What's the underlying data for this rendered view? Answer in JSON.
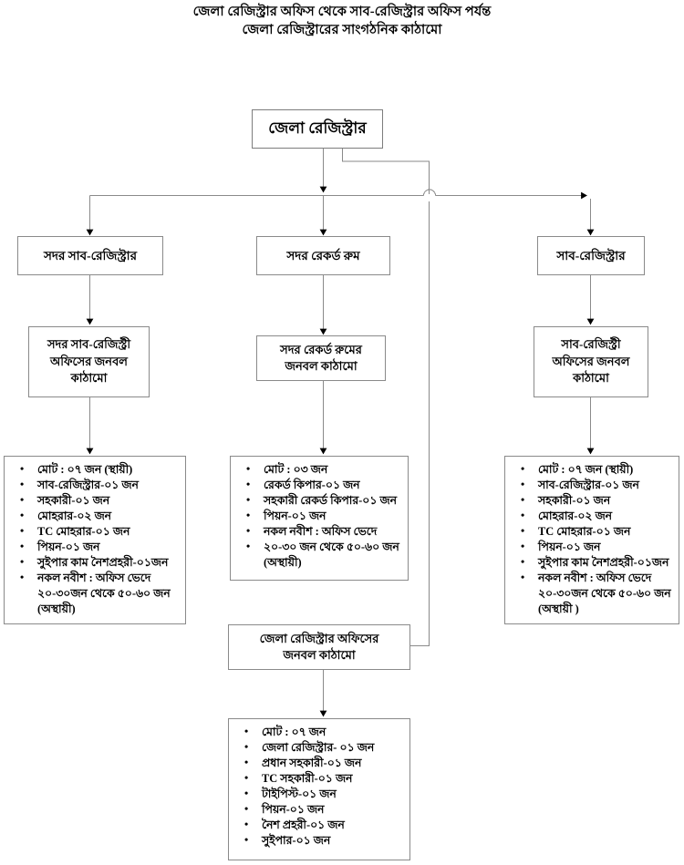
{
  "title": {
    "line1": "জেলা রেজিস্ট্রার অফিস থেকে সাব-রেজিস্ট্রার অফিস পর্যন্ত",
    "line2": "জেলা রেজিস্ট্রারের সাংগঠনিক কাঠামো"
  },
  "colors": {
    "line": "#8a8a8a",
    "arrow": "#000000",
    "border": "#8a8a8a",
    "text": "#000000",
    "background": "#ffffff"
  },
  "nodes": {
    "root": "জেলা রেজিস্ট্রার",
    "l1_left": "সদর সাব-রেজিস্ট্রার",
    "l1_mid": "সদর রেকর্ড রুম",
    "l1_right": "সাব-রেজিস্ট্রার",
    "l2_left": "সদর সাব-রেজিস্ট্রী\nঅফিসের জনবল\nকাঠামো",
    "l2_mid": "সদর রেকর্ড রুমের\nজনবল কাঠামো",
    "l2_right": "সাব-রেজিস্ট্রী\nঅফিসের জনবল\nকাঠামো",
    "dr_office": "জেলা রেজিস্ট্রার অফিসের\nজনবল কাঠামো"
  },
  "lists": {
    "sadar_sub_registry": [
      "মোট : ০৭ জন (স্থায়ী)",
      "সাব-রেজিস্ট্রার-০১ জন",
      "সহকারী-০১ জন",
      "মোহরার-০২ জন",
      "TC মোহরার-০১ জন",
      "পিয়ন-০১ জন",
      "সুইপার কাম নৈশপ্রহরী-০১জন",
      "নকল নবীশ : অফিস ভেদে\n২০-৩০জন থেকে ৫০-৬০ জন\n(অস্থায়ী)"
    ],
    "sadar_record_room": [
      "মোট : ০৩ জন",
      "রেকর্ড কিপার-০১ জন",
      "সহকারী রেকর্ড কিপার-০১ জন",
      "পিয়ন-০১ জন",
      "নকল নবীশ : অফিস ভেদে",
      "২০-৩০ জন থেকে ৫০-৬০ জন\n(অস্থায়ী)"
    ],
    "sub_registry": [
      "মোট : ০৭ জন (স্থায়ী)",
      "সাব-রেজিস্ট্রার-০১ জন",
      "সহকারী-০১ জন",
      "মোহরার-০২ জন",
      "TC মোহরার-০১ জন",
      "পিয়ন-০১ জন",
      "সুইপার কাম নৈশপ্রহরী-০১জন",
      "নকল নবীশ : অফিস ভেদে\n২০-৩০জন থেকে ৫০-৬০ জন\n(অস্থায়ী )"
    ],
    "dr_office_staff": [
      "মোট : ০৭ জন",
      "জেলা রেজিস্ট্রার- ০১ জন",
      "প্রধান সহকারী-০১ জন",
      "TC সহকারী-০১ জন",
      "টাইপিস্ট-০১ জন",
      "পিয়ন-০১ জন",
      "নৈশ প্রহরী-০১ জন",
      "সুইপার-০১ জন"
    ]
  }
}
